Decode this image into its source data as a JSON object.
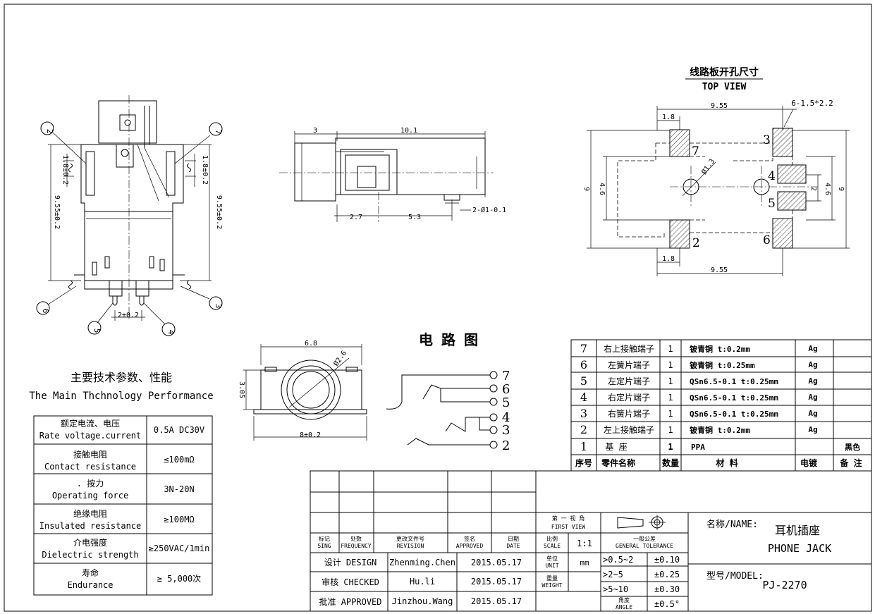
{
  "drawing": {
    "front_dims": {
      "left_v": "9.55±0.2",
      "left_v_small": "1.8±0.2",
      "right_v_small": "1.8±0.2",
      "right_v": "9.55±0.2",
      "bottom_h": "2±0.2"
    },
    "front_pins": [
      "2",
      "7",
      "6",
      "3",
      "5",
      "4"
    ],
    "side_dims": {
      "top_a": "3",
      "top_b": "10.1",
      "bot_a": "2.7",
      "bot_b": "5.3",
      "hole": "2-Ø1-0.1"
    },
    "top_dims": {
      "width": "6.8",
      "height": "3.05",
      "base": "8±0.2",
      "dia": "Ø2.6"
    },
    "pcb": {
      "title_cn": "线路板开孔尺寸",
      "title_en": "TOP VIEW",
      "top_len": "9.55",
      "top_small": "1.8",
      "bot_len": "9.55",
      "bot_small": "1.8",
      "pad_note": "6-1.5*2.2",
      "hole_dia": "Ø1.3",
      "left_outer": "9",
      "left_inner": "4.6",
      "right_outer": "9",
      "right_inner": "4.6",
      "right_small": "2",
      "pads": [
        "7",
        "3",
        "4",
        "5",
        "2",
        "6"
      ]
    },
    "circuit": {
      "title": "电 路 图",
      "pins": [
        "7",
        "6",
        "5",
        "4",
        "3",
        "2"
      ]
    }
  },
  "specs": {
    "title_cn": "主要技术参数、性能",
    "title_en": "The Main Thchnology Performance",
    "rows": [
      {
        "cn": "额定电流、电压",
        "en": "Rate voltage.current",
        "value": "0.5A DC30V"
      },
      {
        "cn": "接触电阻",
        "en": "Contact resistance",
        "value": "≤100mΩ"
      },
      {
        "cn": ". 按力",
        "en": "Operating force",
        "value": "3N-20N"
      },
      {
        "cn": "绝缘电阻",
        "en": "Insulated resistance",
        "value": "≥100MΩ"
      },
      {
        "cn": "介电强度",
        "en": "Dielectric strength",
        "value": "≥250VAC/1min"
      },
      {
        "cn": "寿命",
        "en": "Endurance",
        "value": "≥ 5,000次"
      }
    ]
  },
  "bom": {
    "rows": [
      {
        "no": "7",
        "name": "右上接触端子",
        "qty": "1",
        "mat": "铍青铜  t:0.2mm",
        "plating": "Ag",
        "note": ""
      },
      {
        "no": "6",
        "name": "左簧片端子",
        "qty": "1",
        "mat": "铍青铜  t:0.25mm",
        "plating": "Ag",
        "note": ""
      },
      {
        "no": "5",
        "name": "左定片端子",
        "qty": "1",
        "mat": "QSn6.5-0.1  t:0.25mm",
        "plating": "Ag",
        "note": ""
      },
      {
        "no": "4",
        "name": "右定片端子",
        "qty": "1",
        "mat": "QSn6.5-0.1  t:0.25mm",
        "plating": "Ag",
        "note": ""
      },
      {
        "no": "3",
        "name": "右簧片端子",
        "qty": "1",
        "mat": "QSn6.5-0.1  t:0.25mm",
        "plating": "Ag",
        "note": ""
      },
      {
        "no": "2",
        "name": "左上接触端子",
        "qty": "1",
        "mat": "铍青铜  t:0.2mm",
        "plating": "Ag",
        "note": ""
      },
      {
        "no": "1",
        "name": "基  座",
        "qty": "1",
        "mat": "PPA",
        "plating": "",
        "note": "黑色"
      }
    ],
    "header": {
      "no": "序号",
      "name": "零件名称",
      "qty": "数量",
      "mat": "材  料",
      "plating": "电镀",
      "note": "备 注"
    }
  },
  "title_block": {
    "rev_headers": [
      {
        "cn": "标记",
        "en": "SING"
      },
      {
        "cn": "处数",
        "en": "FREQUENCY"
      },
      {
        "cn": "更改文件号",
        "en": "REVISION"
      },
      {
        "cn": "签名",
        "en": "APPROVED"
      },
      {
        "cn": "日期",
        "en": "DATE"
      }
    ],
    "first_view_cn": "第 一 视 角",
    "first_view_en": "FIRST VIEW",
    "scale_cn": "比例",
    "scale_en": "SCALE",
    "scale_val": "1:1",
    "tol_cn": "一般公差",
    "tol_en": "GENERAL TOLERANCE",
    "sign_rows": [
      {
        "label": "设计 DESIGN",
        "name": "Zhenming.Chen",
        "date": "2015.05.17"
      },
      {
        "label": "审核 CHECKED",
        "name": "Hu.li",
        "date": "2015.05.17"
      },
      {
        "label": "批准 APPROVED",
        "name": "Jinzhou.Wang",
        "date": "2015.05.17"
      }
    ],
    "unit_cn": "单位",
    "unit_en": "UNIT",
    "unit_val": "mm",
    "weight_cn": "重量",
    "weight_en": "WEIGHT",
    "angle_cn": "角度",
    "angle_en": "ANGLE",
    "tolerances": [
      {
        "range": ">0.5~2",
        "tol": "±0.10"
      },
      {
        "range": ">2~5",
        "tol": "±0.25"
      },
      {
        "range": ">5~10",
        "tol": "±0.30"
      },
      {
        "range": "",
        "tol": "±0.5°"
      }
    ],
    "name_label": "名称/NAME:",
    "name_cn": "耳机插座",
    "name_en": "PHONE JACK",
    "model_label": "型号/MODEL:",
    "model_val": "PJ-2270"
  }
}
